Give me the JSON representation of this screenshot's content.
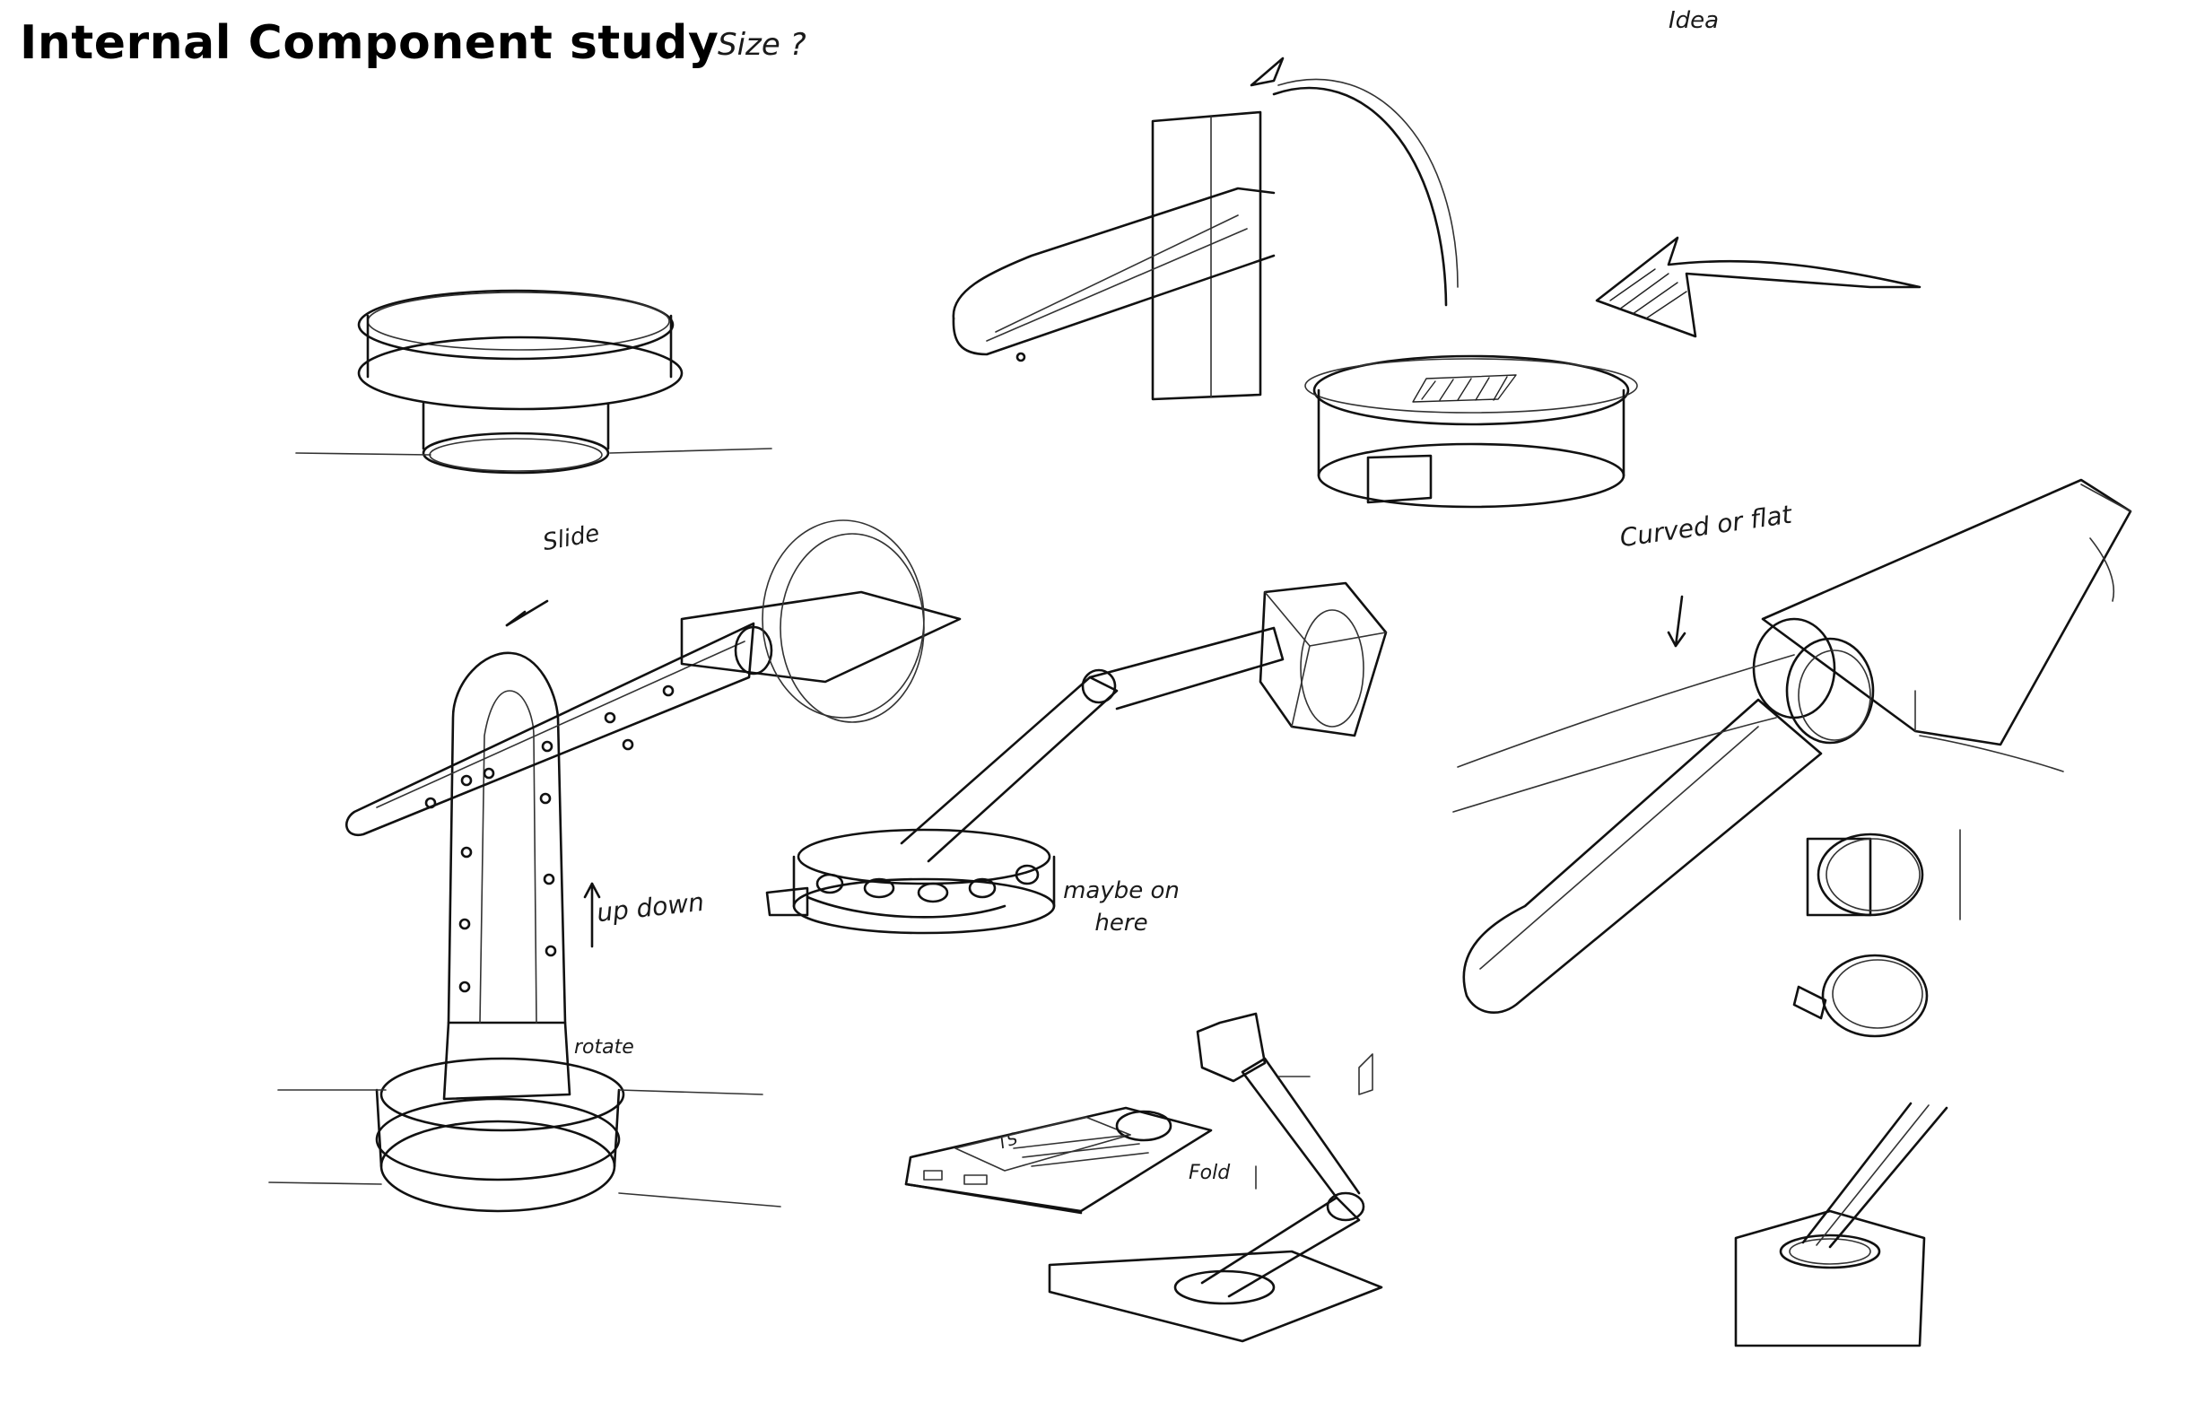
{
  "title": "Internal Component study",
  "notes": {
    "size": "Size ?",
    "idea": "Idea",
    "slide": "Slide",
    "up_down": "up down",
    "rotate": "rotate",
    "maybe_on_here": "maybe on here",
    "curved_or_flat": "Curved or flat",
    "fold": "Fold",
    "ts": "TS"
  },
  "colors": {
    "ink": "#111111",
    "paper": "#ffffff"
  }
}
